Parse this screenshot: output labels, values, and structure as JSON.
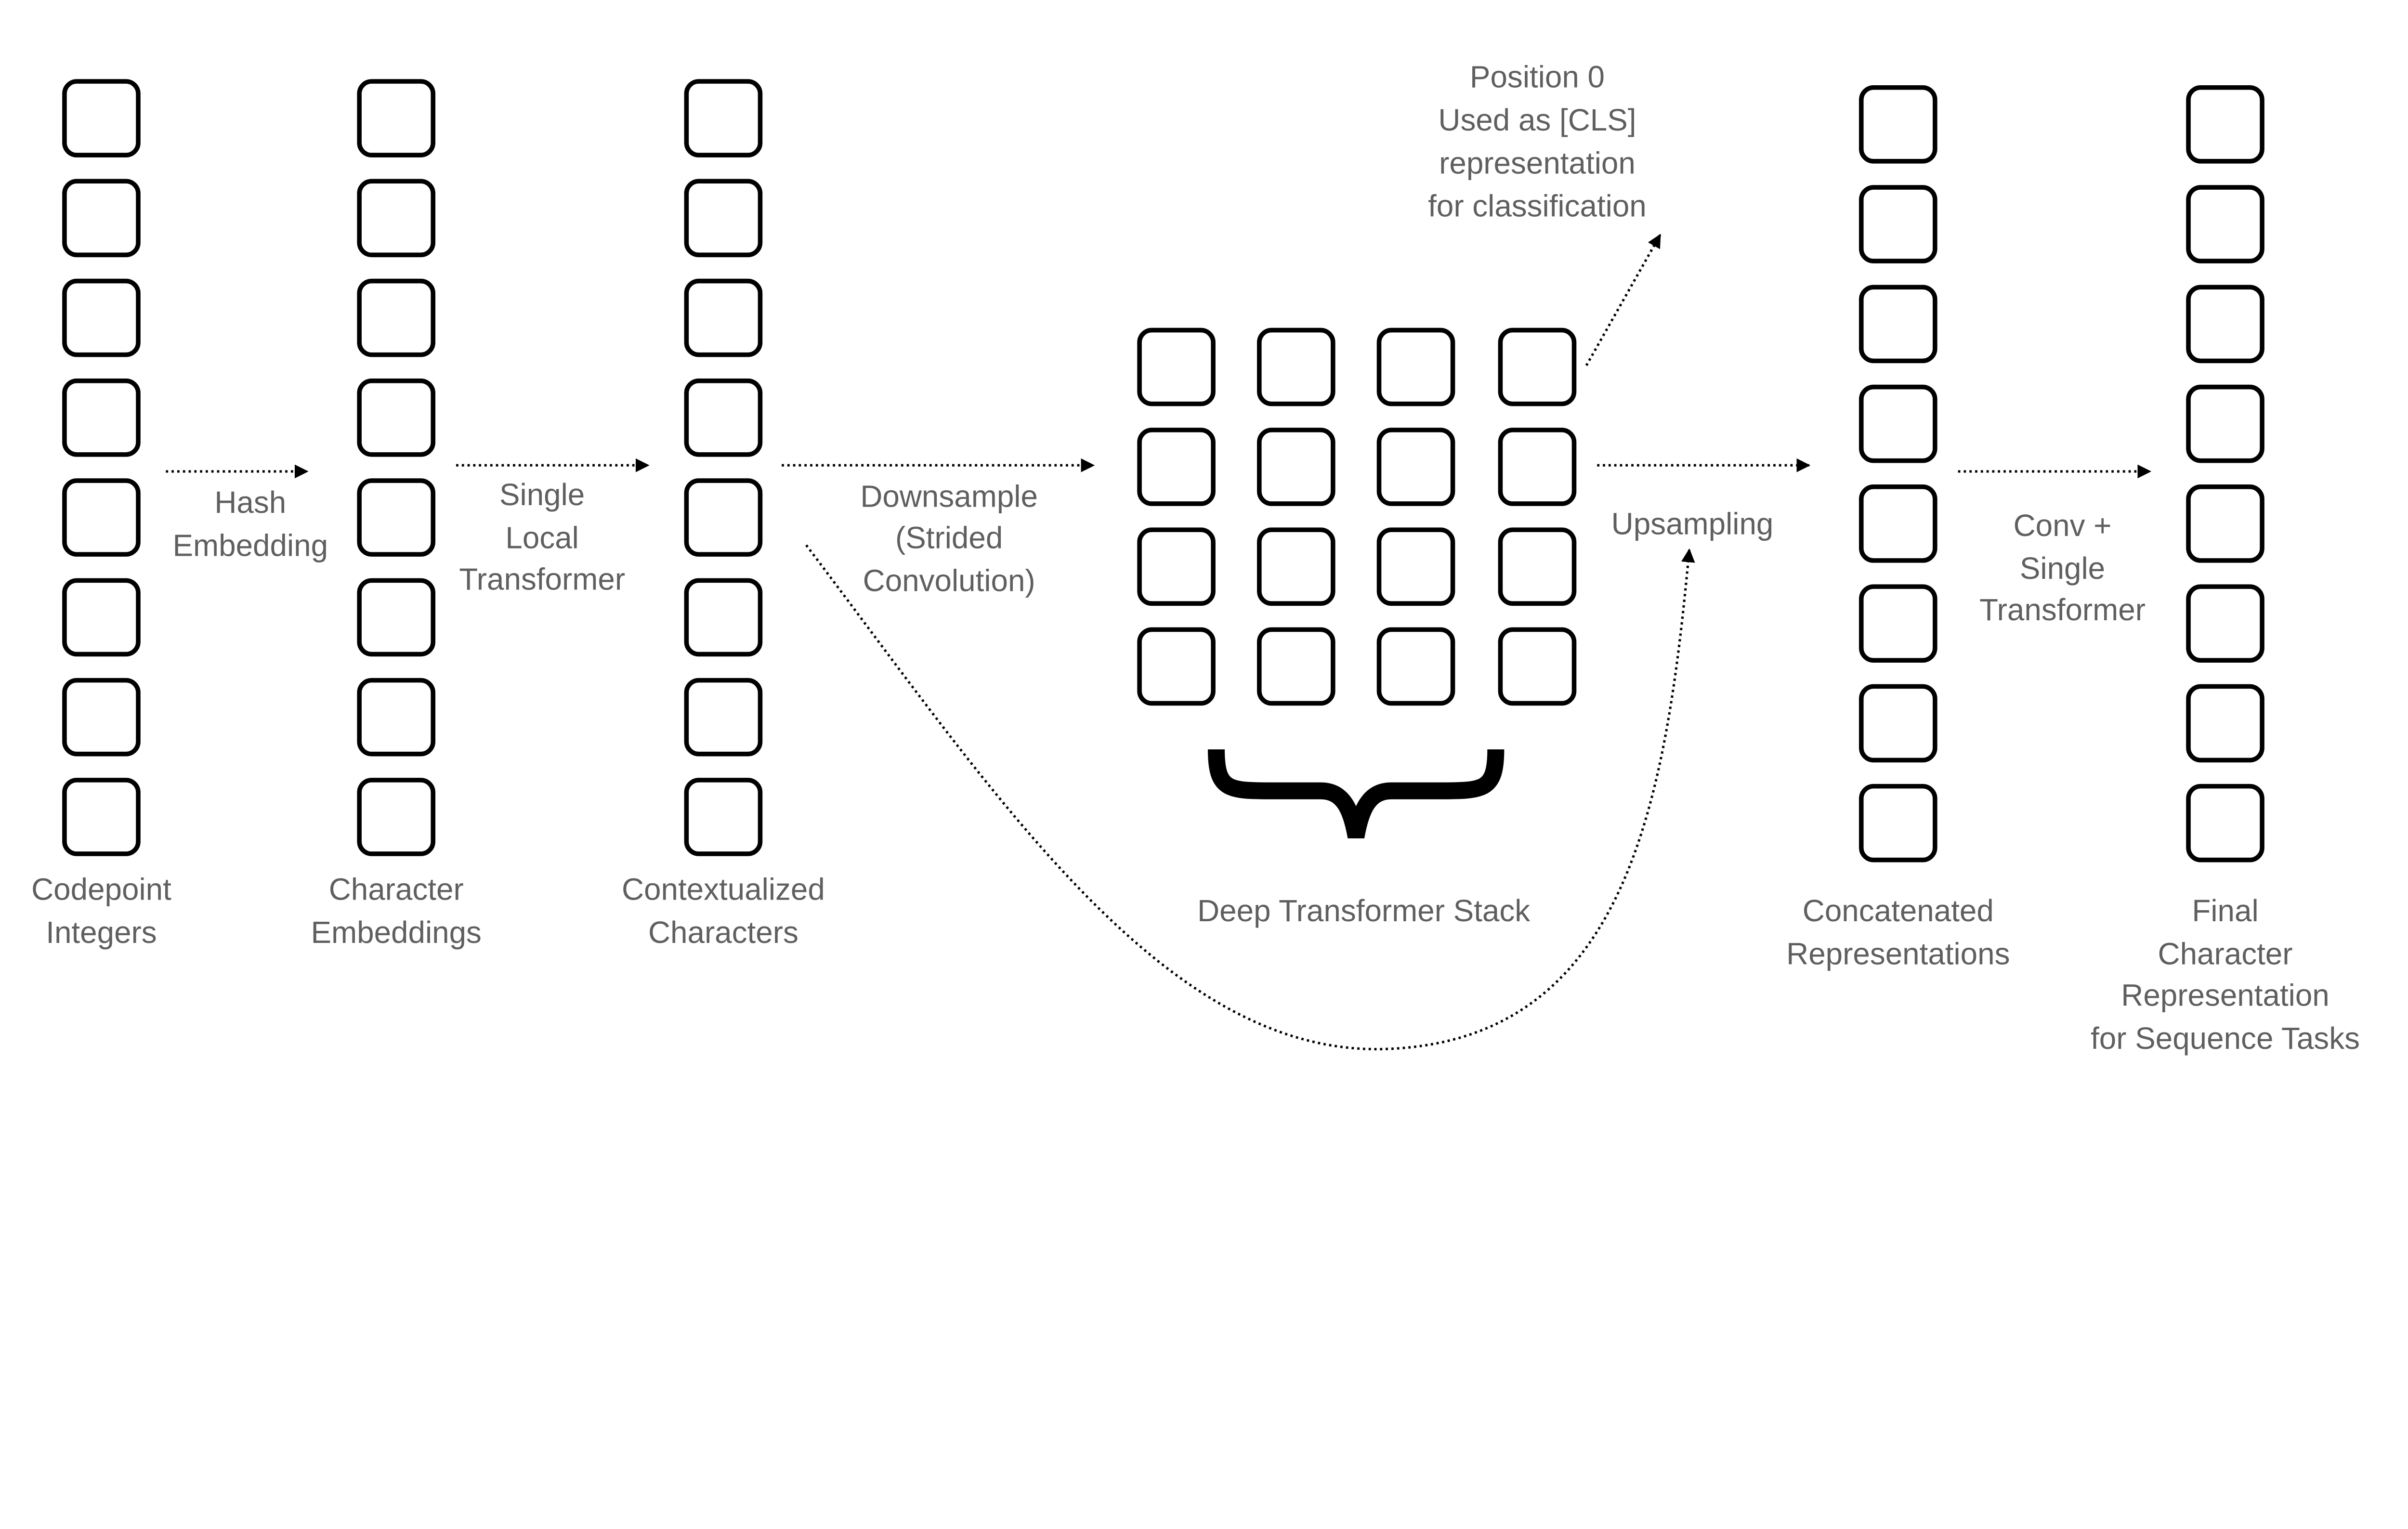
{
  "colors": {
    "text": "#5f5f5f",
    "stroke": "#000000",
    "background": "#ffffff"
  },
  "columns": [
    {
      "id": "codepoints",
      "boxes": 8,
      "label": [
        "Codepoint",
        "Integers"
      ]
    },
    {
      "id": "char-embeddings",
      "boxes": 8,
      "label": [
        "Character",
        "Embeddings"
      ]
    },
    {
      "id": "contextualized",
      "boxes": 8,
      "label": [
        "Contextualized",
        "Characters"
      ]
    },
    {
      "id": "concatenated",
      "boxes": 8,
      "label": [
        "Concatenated",
        "Representations"
      ]
    },
    {
      "id": "final",
      "boxes": 8,
      "label": [
        "Final",
        "Character",
        "Representation",
        "for Sequence Tasks"
      ]
    }
  ],
  "deep_stack": {
    "rows": 4,
    "cols": 4,
    "label": "Deep Transformer Stack"
  },
  "edges": {
    "hash": [
      "Hash",
      "Embedding"
    ],
    "local": [
      "Single",
      "Local",
      "Transformer"
    ],
    "downsample": [
      "Downsample",
      "(Strided",
      "Convolution)"
    ],
    "upsample": [
      "Upsampling"
    ],
    "conv": [
      "Conv +",
      "Single",
      "Transformer"
    ]
  },
  "cls_note": [
    "Position 0",
    "Used as [CLS]",
    "representation",
    "for classification"
  ]
}
